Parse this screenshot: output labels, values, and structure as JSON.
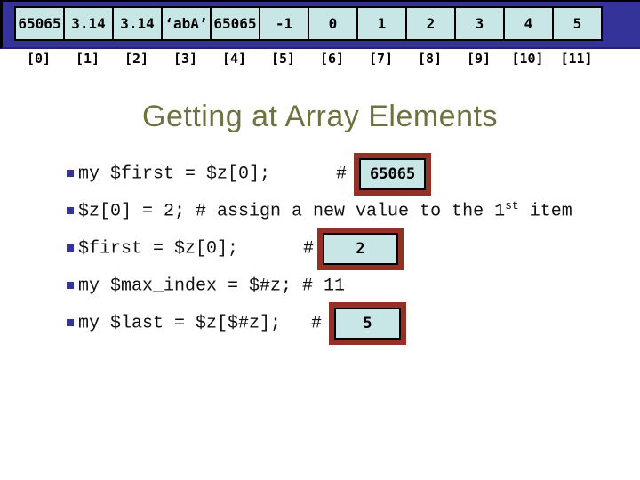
{
  "title": "Getting at Array Elements",
  "array": {
    "cells": [
      "65065",
      "3.14",
      "3.14",
      "‘abA’",
      "65065",
      "-1",
      "0",
      "1",
      "2",
      "3",
      "4",
      "5"
    ],
    "indices": [
      "[0]",
      "[1]",
      "[2]",
      "[3]",
      "[4]",
      "[5]",
      "[6]",
      "[7]",
      "[8]",
      "[9]",
      "[10]",
      "[11]"
    ]
  },
  "bullets": [
    {
      "code": "my $first = $z[0];",
      "hash": "#",
      "box_value": "65065"
    },
    {
      "code_start": "$z[0] = 2; # assign a new value to the 1",
      "sup": "st",
      "code_end": " item"
    },
    {
      "code": "$first = $z[0];",
      "hash": "#",
      "box_value": "2"
    },
    {
      "code": "my $max_index = $#z; # 11"
    },
    {
      "code": "my $last = $z[$#z];",
      "hash": "#",
      "box_value": "5"
    }
  ],
  "colors": {
    "banner_navy": "#333399",
    "cell_background": "#C9E6E6",
    "box_border_maroon": "#943026",
    "title_olive": "#6E7240",
    "bullet_square": "#333399"
  }
}
